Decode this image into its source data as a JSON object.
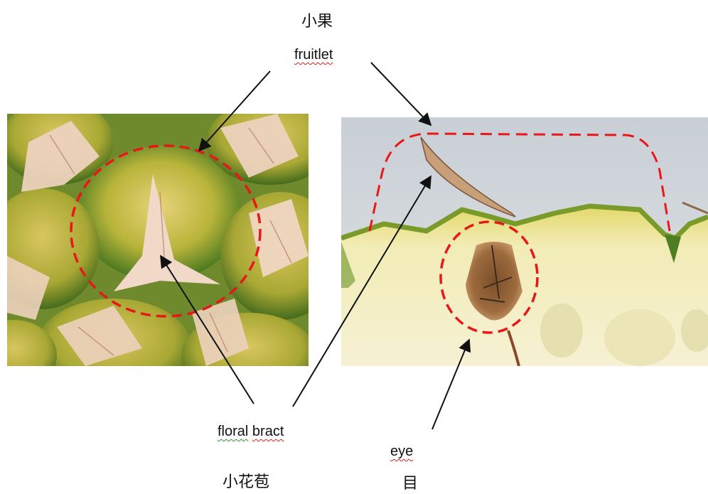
{
  "labels": {
    "fruitlet_cn": "小果",
    "fruitlet_en": "fruitlet",
    "floral_bract_en_1": "floral",
    "floral_bract_en_2": "bract",
    "floral_bract_cn": "小花苞",
    "eye_en": "eye",
    "eye_cn": "目"
  },
  "colors": {
    "annotation_dash": "#e81818",
    "arrow": "#111111",
    "pineapple_green": "#3f7a1f",
    "pineapple_yellow": "#c9b23a",
    "bract_pink": "#e9c9b4",
    "flesh": "#f2ecb6"
  }
}
